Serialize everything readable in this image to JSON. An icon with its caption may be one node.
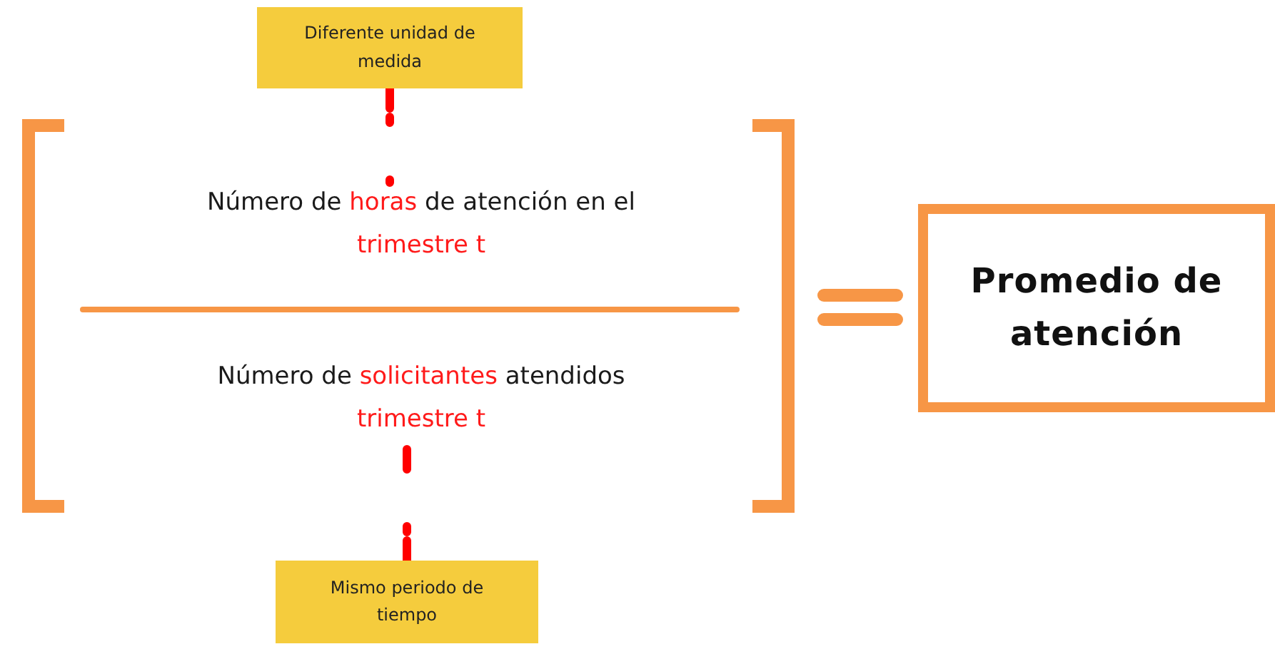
{
  "diagram": {
    "nodes": [
      {
        "text": [
          "Diferente unidad de medida"
        ]
      },
      {
        "text": [
          "Número de",
          "horas",
          "de atención en el",
          "trimestre t"
        ]
      },
      {
        "text": [
          "Número de",
          "solicitantes",
          "atendidos",
          "trimestre t"
        ]
      },
      {
        "text": [
          "Promedio de atención"
        ]
      },
      {
        "text": [
          "Mismo periodo de tiempo"
        ]
      }
    ],
    "edges": [
      {
        "from": 0,
        "to": 1,
        "arrow": "none",
        "style": "dashed",
        "color": "#ff0000"
      },
      {
        "from": 4,
        "to": 2,
        "arrow": "none",
        "style": "dashed",
        "color": "#ff0000"
      }
    ]
  }
}
